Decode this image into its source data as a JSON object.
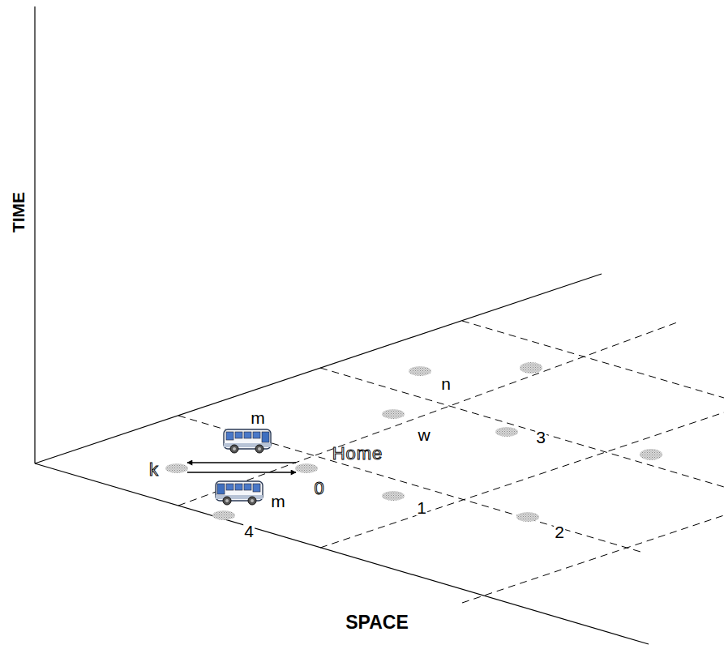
{
  "diagram": {
    "nodes": [
      {
        "text": [
          "k"
        ]
      },
      {
        "text": [
          "Home",
          "0"
        ]
      },
      {
        "text": [
          "w"
        ]
      },
      {
        "text": [
          "n"
        ]
      },
      {
        "text": [
          "3"
        ]
      },
      {
        "text": [
          "1"
        ]
      },
      {
        "text": [
          "2"
        ]
      },
      {
        "text": [
          "4"
        ]
      }
    ],
    "edges": [
      {
        "from": 1,
        "to": 0,
        "arrow": "to"
      },
      {
        "from": 0,
        "to": 1,
        "arrow": "to"
      }
    ],
    "labels": [
      "TIME",
      "m",
      "m",
      "SPACE"
    ]
  }
}
